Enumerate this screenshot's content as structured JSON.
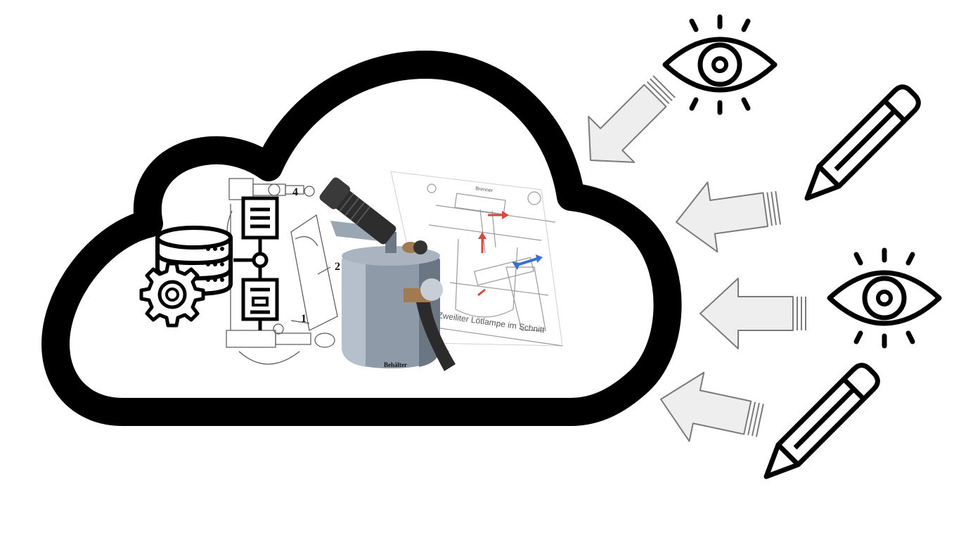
{
  "colors": {
    "outline": "#000000",
    "arrow_fill": "#eeeeee",
    "arrow_stroke": "#7a7a7a",
    "lamp_metal": "#8e9aa8",
    "lamp_dark": "#2a2a2a",
    "flow_red": "#d84a3a",
    "flow_blue": "#3a6fd8"
  },
  "drawing": {
    "labels": [
      "4",
      "2",
      "1"
    ],
    "sheet_caption": "Zweiliter Lötlampe im Schnitt",
    "sheet_small_labels": [
      "Brenner"
    ],
    "lamp_plate_text": "Behälter"
  },
  "icons": {
    "cloud": "cloud-outline-icon",
    "database": "database-gear-icon",
    "flowchart": "flowchart-icon",
    "observer": "eye-icon",
    "contributor": "pencil-icon",
    "arrow": "arrow-icon"
  }
}
